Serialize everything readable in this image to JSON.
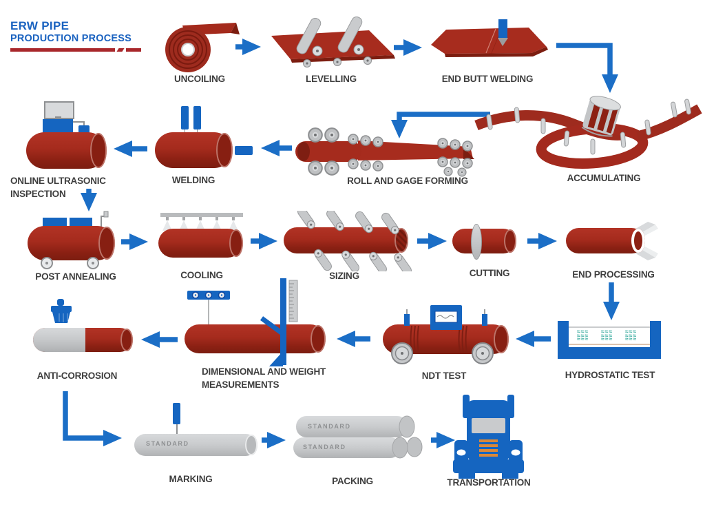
{
  "title": {
    "line1": "ERW PIPE",
    "line2": "PRODUCTION PROCESS"
  },
  "colors": {
    "title_blue": "#1b63c0",
    "accent_blue": "#1565c0",
    "arrow_blue": "#1b6ec6",
    "pipe_red": "#a52b1d",
    "pipe_dark_red": "#7c1d10",
    "metal_gray": "#c9cbcd",
    "label_gray": "#3e3e3e",
    "water_teal": "#2fa79a",
    "grille_orange": "#d9883a",
    "underline_red": "#a8272b"
  },
  "steps": {
    "uncoiling": {
      "label": "UNCOILING"
    },
    "levelling": {
      "label": "LEVELLING"
    },
    "end_butt_welding": {
      "label": "END BUTT WELDING"
    },
    "accumulating": {
      "label": "ACCUMULATING"
    },
    "roll_gage": {
      "label": "ROLL AND GAGE FORMING"
    },
    "welding": {
      "label": "WELDING"
    },
    "ultrasonic": {
      "label_line1": "ONLINE ULTRASONIC",
      "label_line2": "INSPECTION"
    },
    "post_annealing": {
      "label": "POST ANNEALING"
    },
    "cooling": {
      "label": "COOLING"
    },
    "sizing": {
      "label": "SIZING"
    },
    "cutting": {
      "label": "CUTTING"
    },
    "end_processing": {
      "label": "END PROCESSING"
    },
    "hydrostatic": {
      "label": "HYDROSTATIC TEST"
    },
    "ndt": {
      "label": "NDT TEST"
    },
    "dimensional": {
      "label_line1": "DIMENSIONAL AND WEIGHT",
      "label_line2": "MEASUREMENTS"
    },
    "anti_corrosion": {
      "label": "ANTI-CORROSION"
    },
    "marking": {
      "label": "MARKING",
      "pipe_text": "STANDARD"
    },
    "packing": {
      "label": "PACKING",
      "pipe_texts": [
        "STANDARD",
        "STANDARD"
      ]
    },
    "transportation": {
      "label": "TRANSPORTATION"
    }
  },
  "icons": {
    "uncoiling": "steel-coil-icon",
    "levelling": "strip-rollers-icon",
    "end_butt_welding": "weld-arrow-strip-icon",
    "accumulating": "strip-loop-cage-icon",
    "roll_gage": "forming-rollers-icon",
    "welding": "pipe-electrodes-icon",
    "ultrasonic": "pipe-scanner-monitor-icon",
    "post_annealing": "pipe-heater-cart-icon",
    "cooling": "pipe-spray-icon",
    "sizing": "pipe-angled-rollers-icon",
    "cutting": "pipe-cutter-ring-icon",
    "end_processing": "pipe-beveler-icon",
    "hydrostatic": "water-tank-icon",
    "ndt": "pipe-monitor-wheels-icon",
    "dimensional": "caliper-ruler-gauge-icon",
    "anti_corrosion": "paint-brush-pipe-icon",
    "marking": "marker-pen-pipe-icon",
    "packing": "pipe-bundle-icon",
    "transportation": "truck-icon"
  }
}
